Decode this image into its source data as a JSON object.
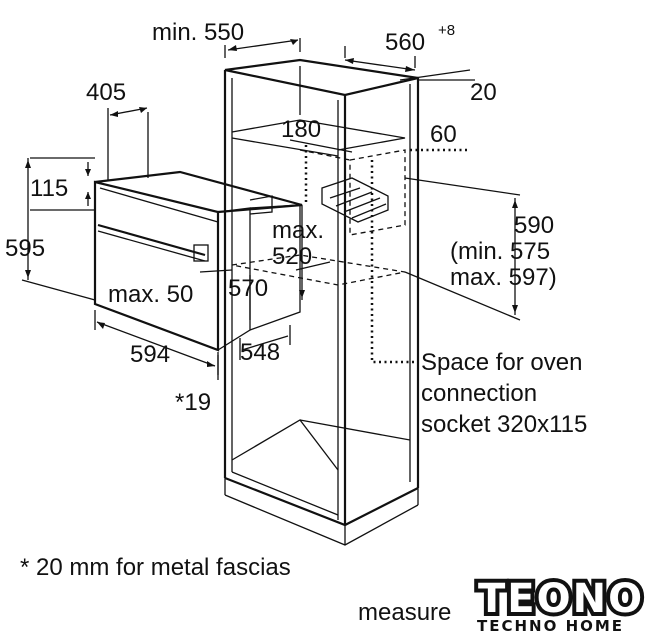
{
  "dimensions": {
    "min_550": "min. 550",
    "d560": "560",
    "d560_tol": "+8",
    "d20": "20",
    "d405": "405",
    "d180": "180",
    "d60": "60",
    "d115": "115",
    "d590": "590",
    "d590_min": "(min. 575",
    "d590_max": "max. 597)",
    "d595": "595",
    "max_520_a": "max.",
    "max_520_b": "520",
    "max_50": "max. 50",
    "d570": "570",
    "d594": "594",
    "d548": "548",
    "d19": "*19"
  },
  "socket_note": {
    "line1": "Space for oven",
    "line2": "connection",
    "line3": "socket 320x115"
  },
  "footnote": "* 20 mm for metal fascias",
  "bottom_text": "measure",
  "logo": {
    "brand": "TEONO",
    "sub": "TECHNO HOME"
  }
}
